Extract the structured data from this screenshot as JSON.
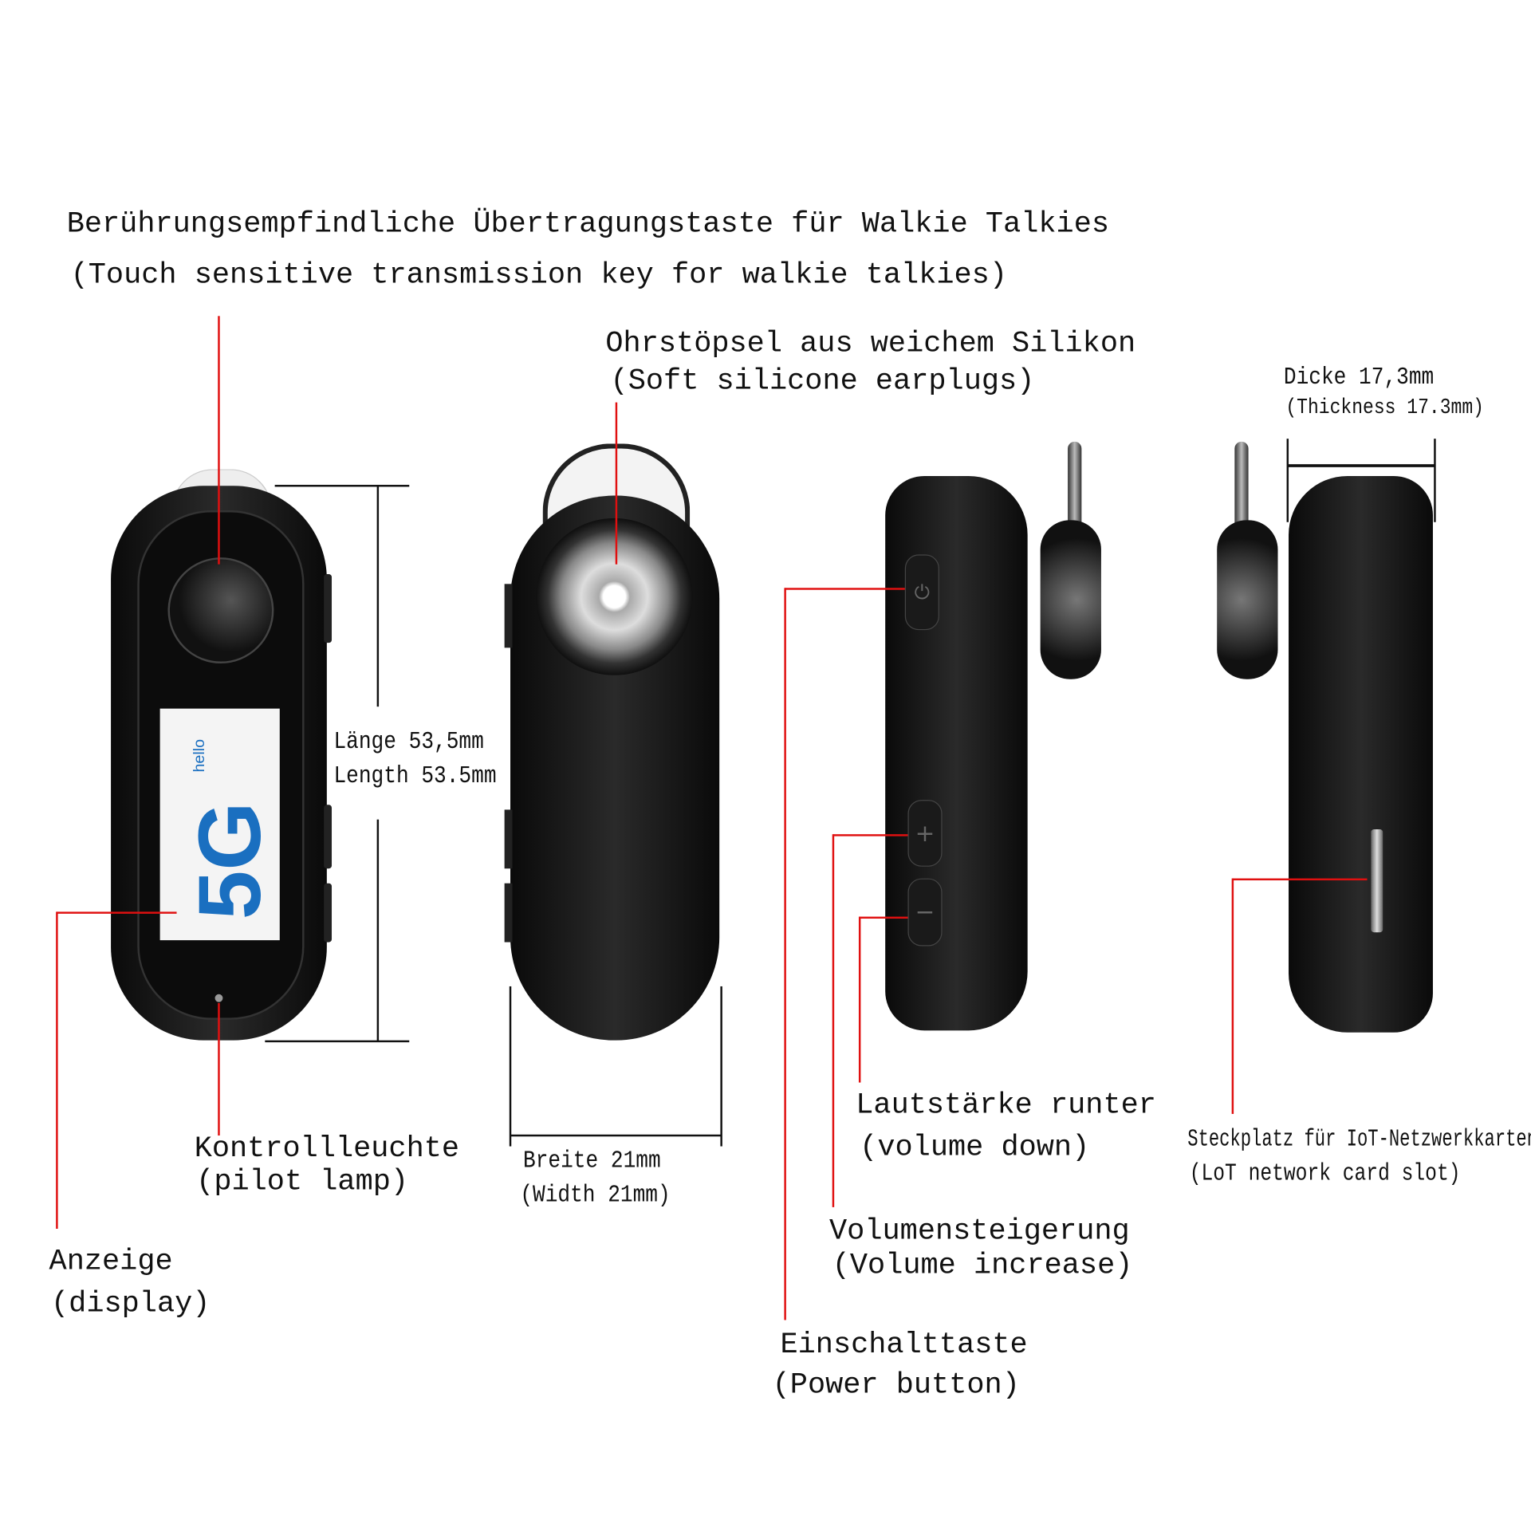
{
  "title": {
    "line_de": "Berührungsempfindliche Übertragungstaste für Walkie Talkies",
    "line_en": "(Touch sensitive transmission key for walkie talkies)"
  },
  "screen_logo": {
    "text": "5G",
    "subtext": "hello",
    "colors": [
      "#1a6fc0",
      "#e03030"
    ]
  },
  "labels": {
    "length_de": "Länge 53,5mm",
    "length_en": "Length 53.5mm",
    "pilot_de": "Kontrollleuchte",
    "pilot_en": "(pilot lamp)",
    "display_de": "Anzeige",
    "display_en": "(display)",
    "earplug_de": "Ohrstöpsel aus weichem Silikon",
    "earplug_en": "(Soft silicone earplugs)",
    "width_de": "Breite 21mm",
    "width_en": "(Width 21mm)",
    "voldown_de": "Lautstärke runter",
    "voldown_en": "(volume down)",
    "volup_de": "Volumensteigerung",
    "volup_en": "(Volume increase)",
    "power_de": "Einschalttaste",
    "power_en": "(Power button)",
    "thick_de": "Dicke 17,3mm",
    "thick_en": "(Thickness 17.3mm)",
    "slot_de": "Steckplatz für IoT-Netzwerkkarten",
    "slot_en": "(LoT network card slot)"
  },
  "colors": {
    "leader": "#e01010",
    "device": "#111111"
  }
}
